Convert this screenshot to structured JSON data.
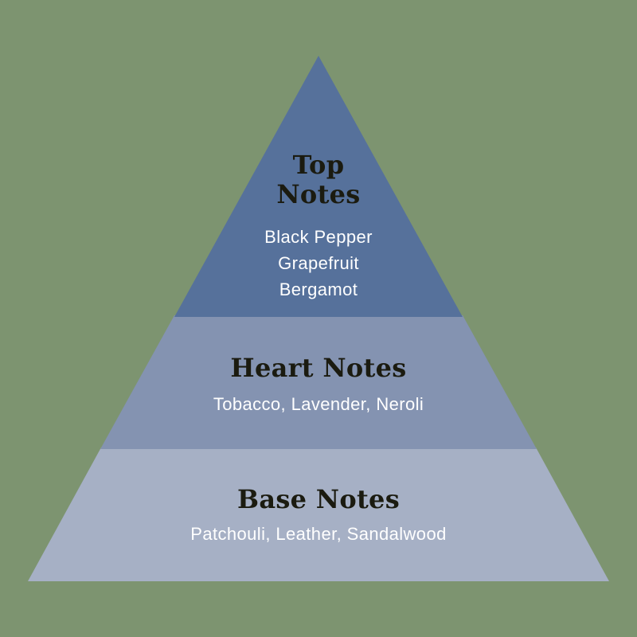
{
  "colors": {
    "background": "#7d9470",
    "tier_top": "#56719b",
    "tier_heart": "#8493b1",
    "tier_base": "#a6b0c5",
    "tier_title_text": "#1b1b10",
    "tier_notes_text": "#ffffff"
  },
  "pyramid": {
    "tiers": [
      {
        "id": "top",
        "title": "Top\nNotes",
        "notes": "Black Pepper\nGrapefruit\nBergamot",
        "color": "#56719b"
      },
      {
        "id": "heart",
        "title": "Heart Notes",
        "notes": "Tobacco, Lavender, Neroli",
        "color": "#8493b1"
      },
      {
        "id": "base",
        "title": "Base Notes",
        "notes": "Patchouli, Leather, Sandalwood",
        "color": "#a6b0c5"
      }
    ]
  }
}
